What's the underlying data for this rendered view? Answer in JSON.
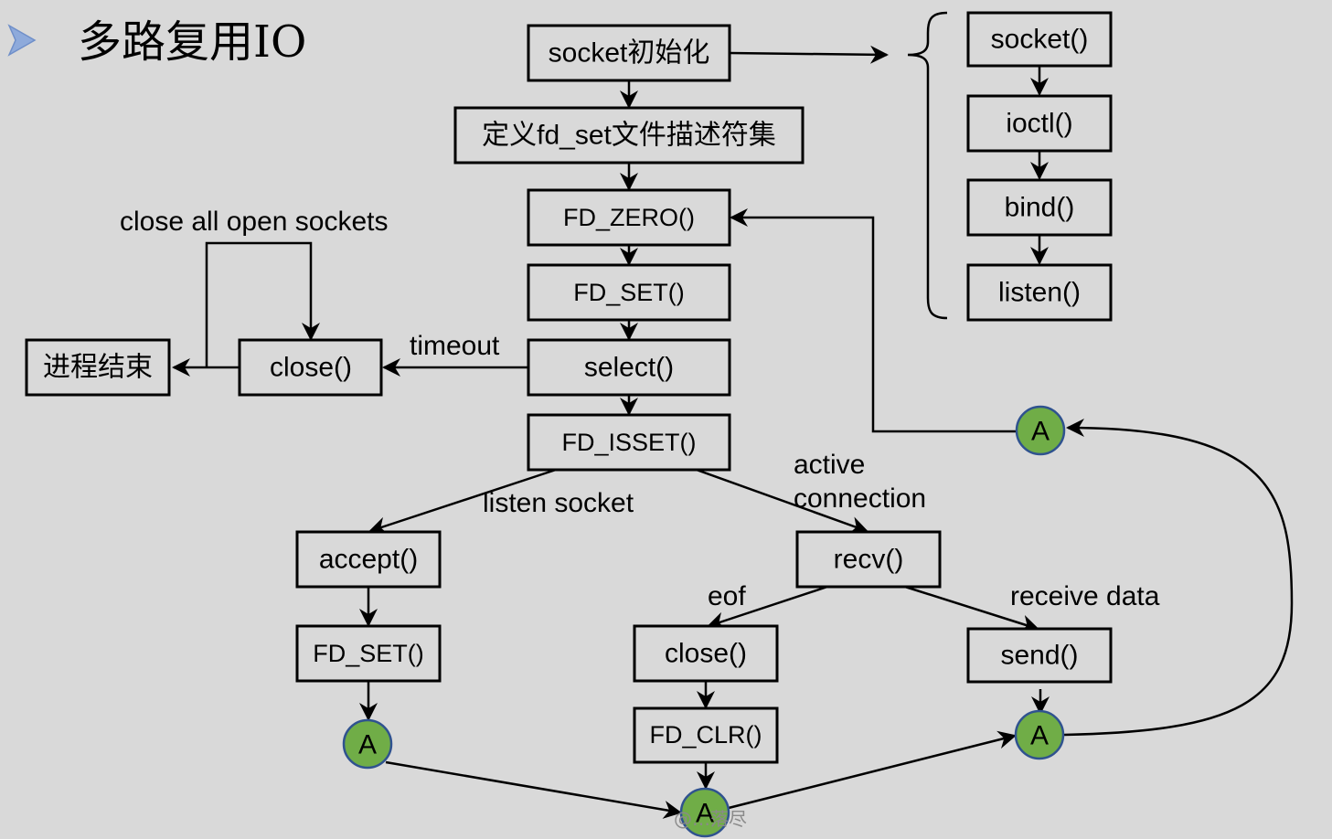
{
  "slide": {
    "title": "多路复用IO",
    "bullet_icon": "arrowhead-bullet-icon",
    "bullet_color": "#8eaadb"
  },
  "colors": {
    "background": "#d9d9d9",
    "connector_fill": "#70ad47",
    "connector_stroke": "#2f528f"
  },
  "nodes": {
    "socket_init": "socket初始化",
    "define_fdset": "定义fd_set文件描述符集",
    "fd_zero": "FD_ZERO()",
    "fd_set_main": "FD_SET()",
    "select": "select()",
    "fd_isset": "FD_ISSET()",
    "close_main": "close()",
    "process_end": "进程结束",
    "accept": "accept()",
    "fd_set_accept": "FD_SET()",
    "recv": "recv()",
    "close_eof": "close()",
    "fd_clr": "FD_CLR()",
    "send": "send()",
    "socket": "socket()",
    "ioctl": "ioctl()",
    "bind": "bind()",
    "listen": "listen()"
  },
  "connectors": {
    "a_return": "A",
    "a_accept": "A",
    "a_clr": "A",
    "a_send": "A"
  },
  "edge_labels": {
    "close_all": "close all open sockets",
    "timeout": "timeout",
    "listen_socket": "listen socket",
    "active_connection_1": "active",
    "active_connection_2": "connection",
    "eof": "eof",
    "receive_data": "receive data"
  },
  "watermark": "@…落尽"
}
